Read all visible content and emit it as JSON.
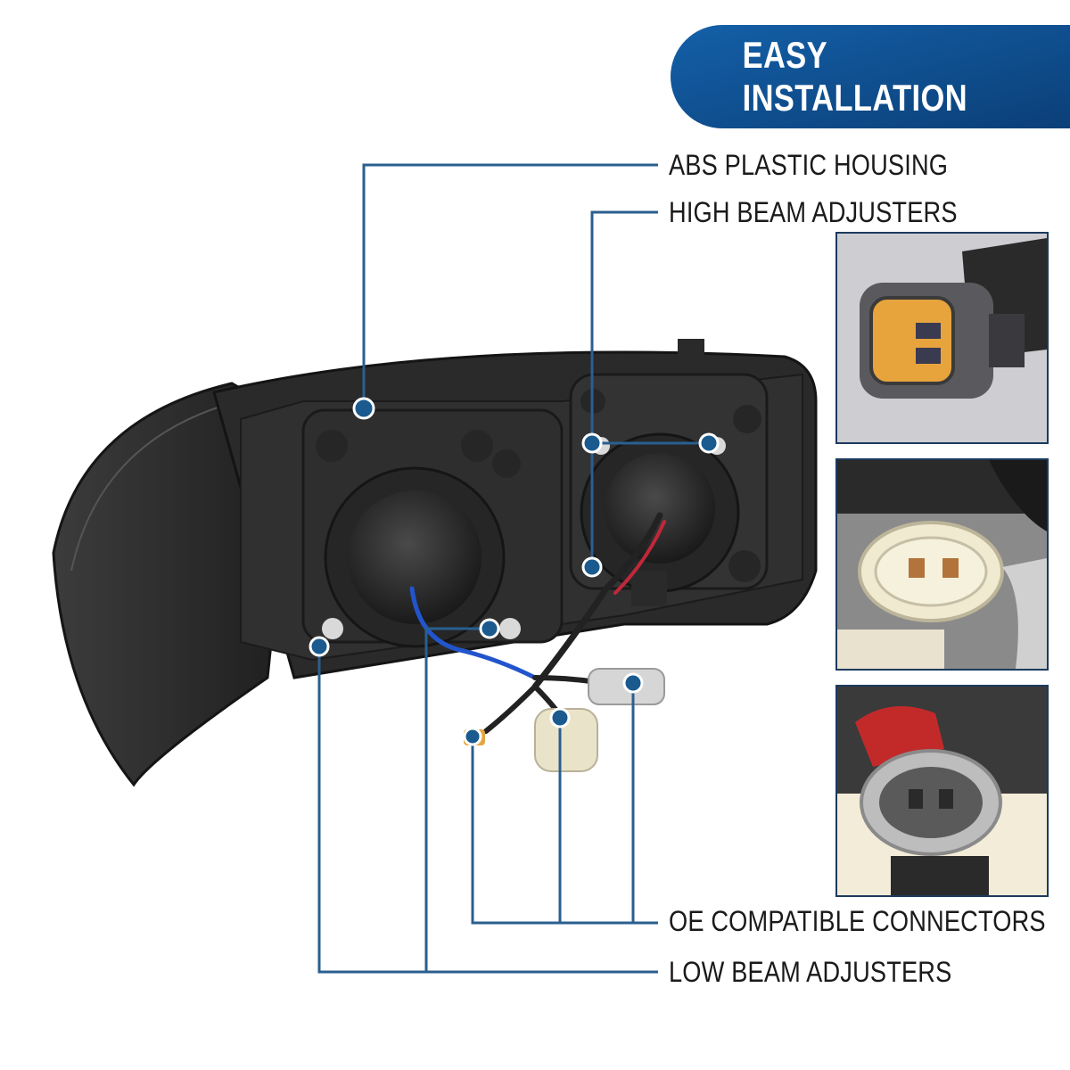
{
  "banner": {
    "title": "EASY INSTALLATION",
    "color": "#0d4a8c"
  },
  "callouts": {
    "abs_housing": "ABS PLASTIC HOUSING",
    "high_beam": "HIGH BEAM ADJUSTERS",
    "oe_connectors": "OE COMPATIBLE CONNECTORS",
    "low_beam": "LOW BEAM ADJUSTERS"
  },
  "colors": {
    "accent": "#1a5a8e",
    "line": "#2a5f8f",
    "housing": "#2b2b2b"
  },
  "icons": [
    "housing-marker-icon",
    "adjuster-marker-icon",
    "connector-marker-icon"
  ]
}
